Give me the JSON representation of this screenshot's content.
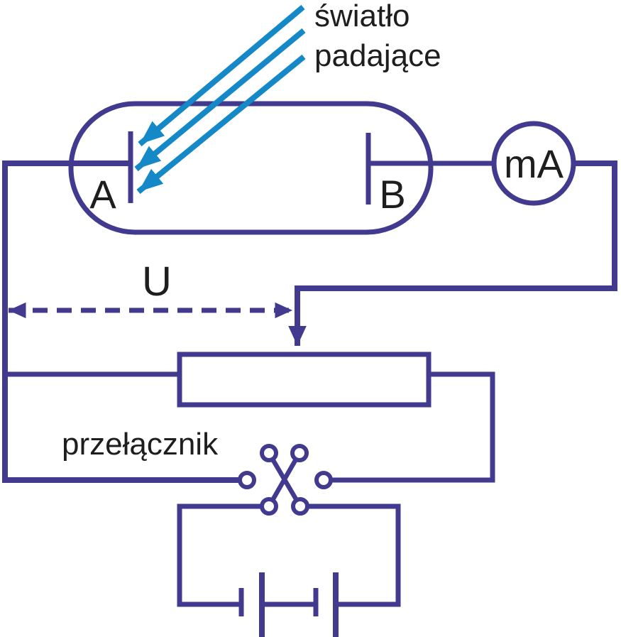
{
  "figure": {
    "incident_light_label": {
      "line1": "światło",
      "line2": "padające"
    },
    "phototube": {
      "electrode_left_label": "A",
      "electrode_right_label": "B"
    },
    "meter_label": "mA",
    "voltage_label": "U",
    "switch_label": "przełącznik",
    "colors": {
      "wire": "#413a8e",
      "light_ray": "#1588c8",
      "text": "#1e1e1e",
      "background": "#ffffff"
    }
  }
}
